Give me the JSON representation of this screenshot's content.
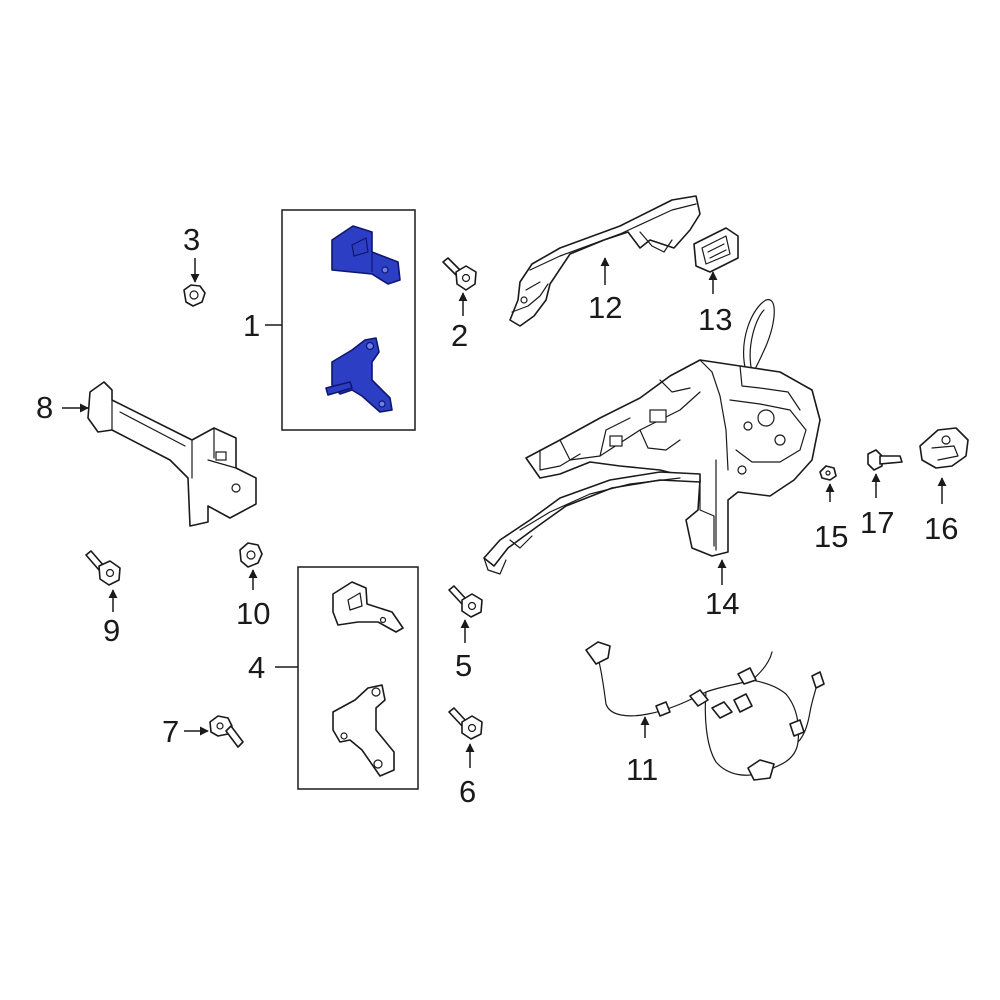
{
  "diagram": {
    "highlight_color": "#2c3fc4",
    "line_color": "#1a1a1a",
    "background": "#ffffff",
    "callouts": {
      "c1": "1",
      "c2": "2",
      "c3": "3",
      "c4": "4",
      "c5": "5",
      "c6": "6",
      "c7": "7",
      "c8": "8",
      "c9": "9",
      "c10": "10",
      "c11": "11",
      "c12": "12",
      "c13": "13",
      "c14": "14",
      "c15": "15",
      "c16": "16",
      "c17": "17"
    },
    "highlighted_part": "1"
  }
}
